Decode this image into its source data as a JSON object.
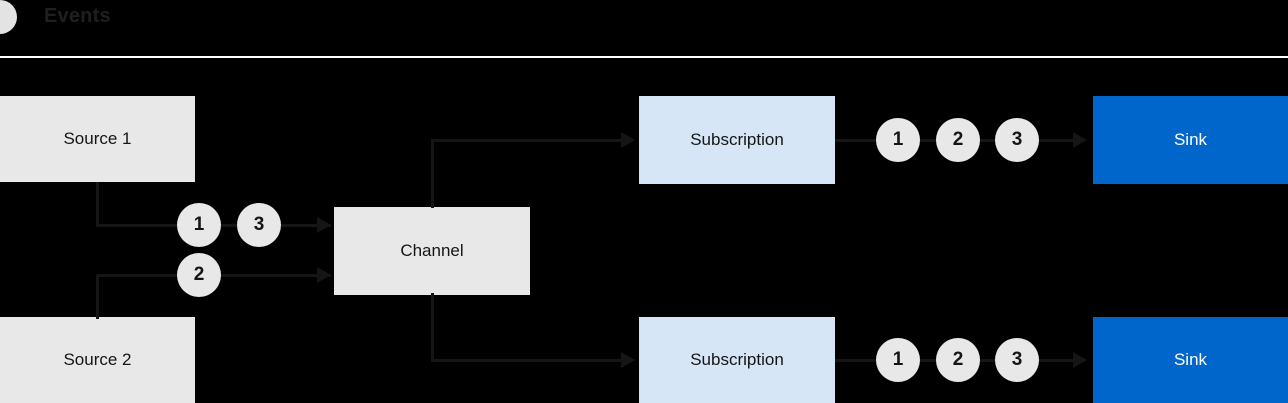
{
  "header": {
    "dot_icon": "events-dot-icon",
    "title": "Events",
    "divider_color": "#ffffff"
  },
  "colors": {
    "background": "#000000",
    "source_box": "#e8e8e8",
    "channel_box": "#e8e8e8",
    "subscription_box": "#d6e6f7",
    "sink_box": "#0066cc",
    "sink_text": "#ffffff",
    "line": "#151515",
    "badge_fill": "#e8e8e8",
    "badge_text": "#151515"
  },
  "nodes": {
    "source_1": "Source 1",
    "source_2": "Source 2",
    "channel": "Channel",
    "subscription_top": "Subscription",
    "subscription_bottom": "Subscription",
    "sink_top": "Sink",
    "sink_bottom": "Sink"
  },
  "badges": {
    "source1_to_channel": [
      "1",
      "3"
    ],
    "source2_to_channel": [
      "2"
    ],
    "subscription_top_to_sink": [
      "1",
      "2",
      "3"
    ],
    "subscription_bottom_to_sink": [
      "1",
      "2",
      "3"
    ]
  }
}
